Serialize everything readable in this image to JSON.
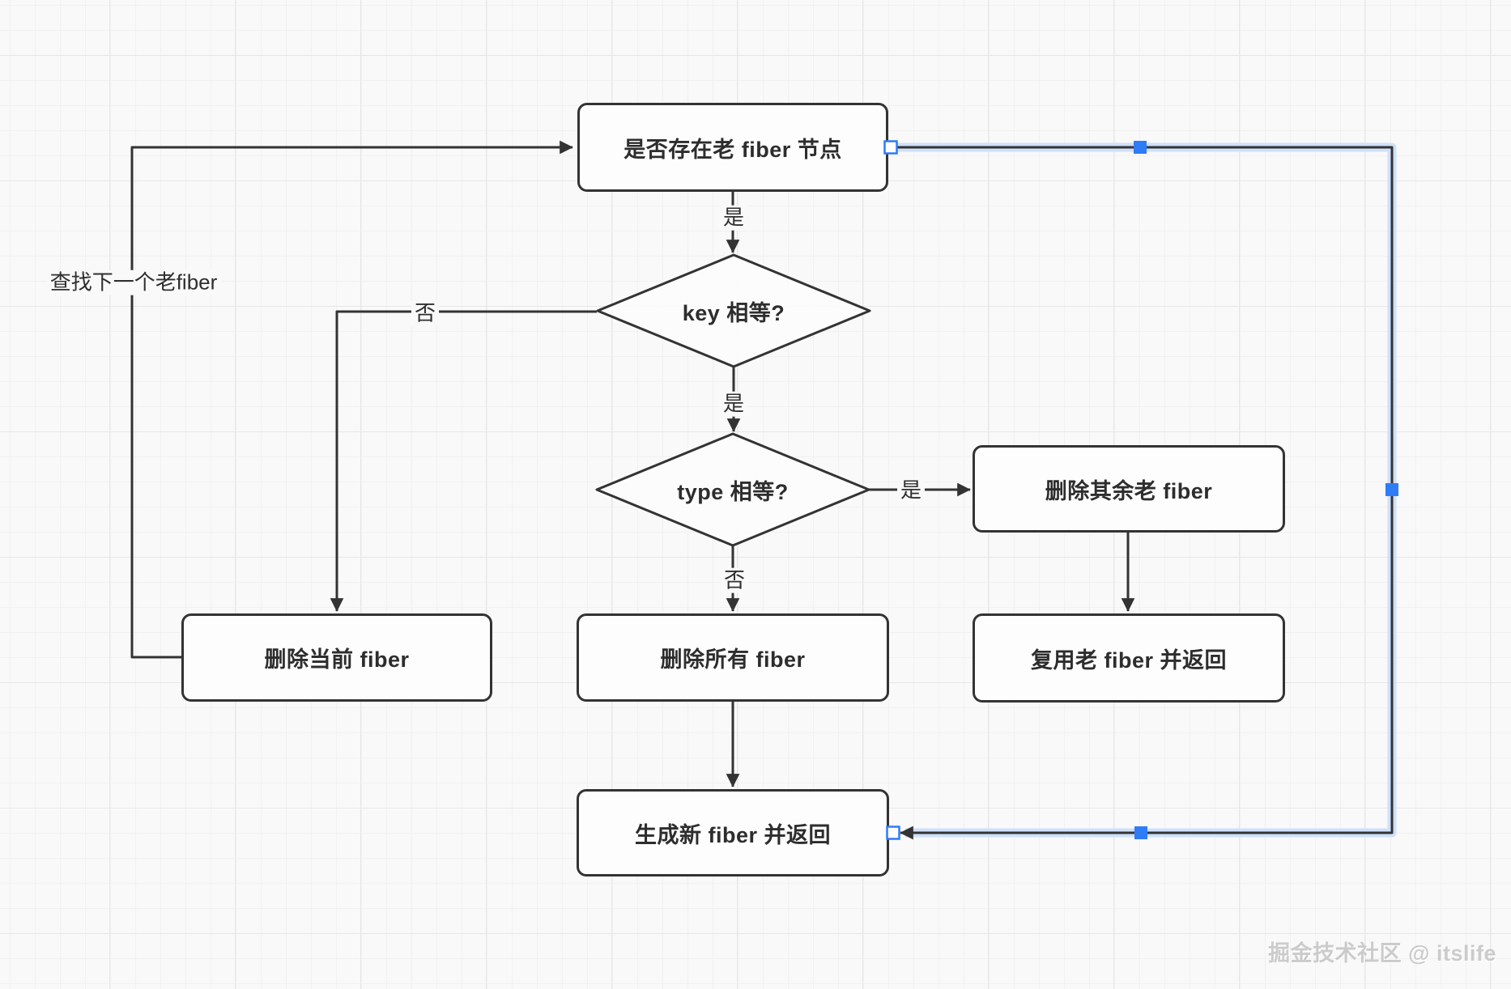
{
  "diagram": {
    "title_watermark": "掘金技术社区 @ itslife",
    "nodes": {
      "exist_old": {
        "label": "是否存在老 fiber 节点",
        "shape": "rectangle"
      },
      "key_equal": {
        "label": "key 相等?",
        "shape": "diamond"
      },
      "type_equal": {
        "label": "type 相等?",
        "shape": "diamond"
      },
      "delete_current": {
        "label": "删除当前 fiber",
        "shape": "rectangle"
      },
      "delete_all": {
        "label": "删除所有 fiber",
        "shape": "rectangle"
      },
      "delete_rest_old": {
        "label": "删除其余老 fiber",
        "shape": "rectangle"
      },
      "reuse_old": {
        "label": "复用老 fiber 并返回",
        "shape": "rectangle"
      },
      "create_new": {
        "label": "生成新 fiber 并返回",
        "shape": "rectangle"
      }
    },
    "edge_labels": {
      "exist_yes": "是",
      "key_yes": "是",
      "key_no": "否",
      "type_yes": "是",
      "type_no": "否",
      "loop_find_next": "查找下一个老fiber"
    },
    "colors": {
      "stroke": "#333333",
      "selection_blue": "#2e7cf6",
      "selection_halo": "#cfe0fa",
      "canvas": "#f9f9f9"
    }
  }
}
